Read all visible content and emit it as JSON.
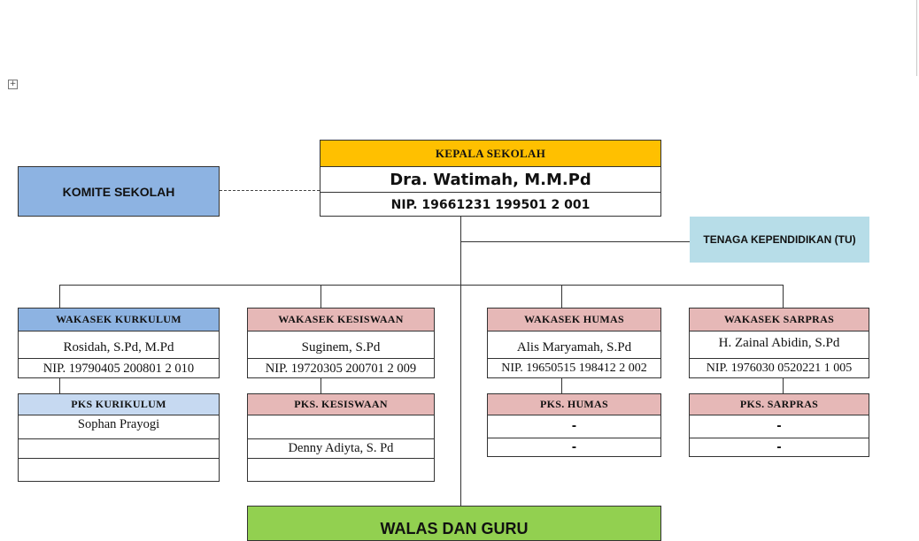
{
  "kepala": {
    "title": "KEPALA SEKOLAH",
    "name": "Dra. Watimah, M.M.Pd",
    "nip": "NIP. 19661231 199501 2 001"
  },
  "komite": {
    "label": "KOMITE SEKOLAH"
  },
  "tu": {
    "label": "TENAGA KEPENDIDIKAN (TU)"
  },
  "wakasek": [
    {
      "title": "WAKASEK KURKULUM",
      "name": "Rosidah, S.Pd, M.Pd",
      "nip": "NIP. 19790405 200801 2 010"
    },
    {
      "title": "WAKASEK KESISWAAN",
      "name": "Suginem, S.Pd",
      "nip": "NIP. 19720305 200701 2 009"
    },
    {
      "title": "WAKASEK HUMAS",
      "name": "Alis Maryamah, S.Pd",
      "nip": "NIP. 19650515 198412 2 002"
    },
    {
      "title": "WAKASEK SARPRAS",
      "name": "H. Zainal Abidin, S.Pd",
      "nip": "NIP. 1976030 0520221 1 005"
    }
  ],
  "pks": [
    {
      "title": "PKS KURIKULUM",
      "rows": [
        "Sophan Prayogi",
        "",
        ""
      ]
    },
    {
      "title": "PKS. KESISWAAN",
      "rows": [
        "",
        "Denny Adiyta, S. Pd",
        ""
      ]
    },
    {
      "title": "PKS. HUMAS",
      "rows": [
        "-",
        "-"
      ]
    },
    {
      "title": "PKS. SARPRAS",
      "rows": [
        "-",
        "-"
      ]
    }
  ],
  "walas": {
    "label": "WALAS DAN GURU"
  },
  "colors": {
    "kepala_header": "#ffc000",
    "komite": "#8db3e2",
    "tu": "#b7dde8",
    "kurikulum_header": "#8db3e2",
    "kurikulum_pks_header": "#c6d9f1",
    "pink_header": "#e6b8b7",
    "walas": "#92d050"
  }
}
